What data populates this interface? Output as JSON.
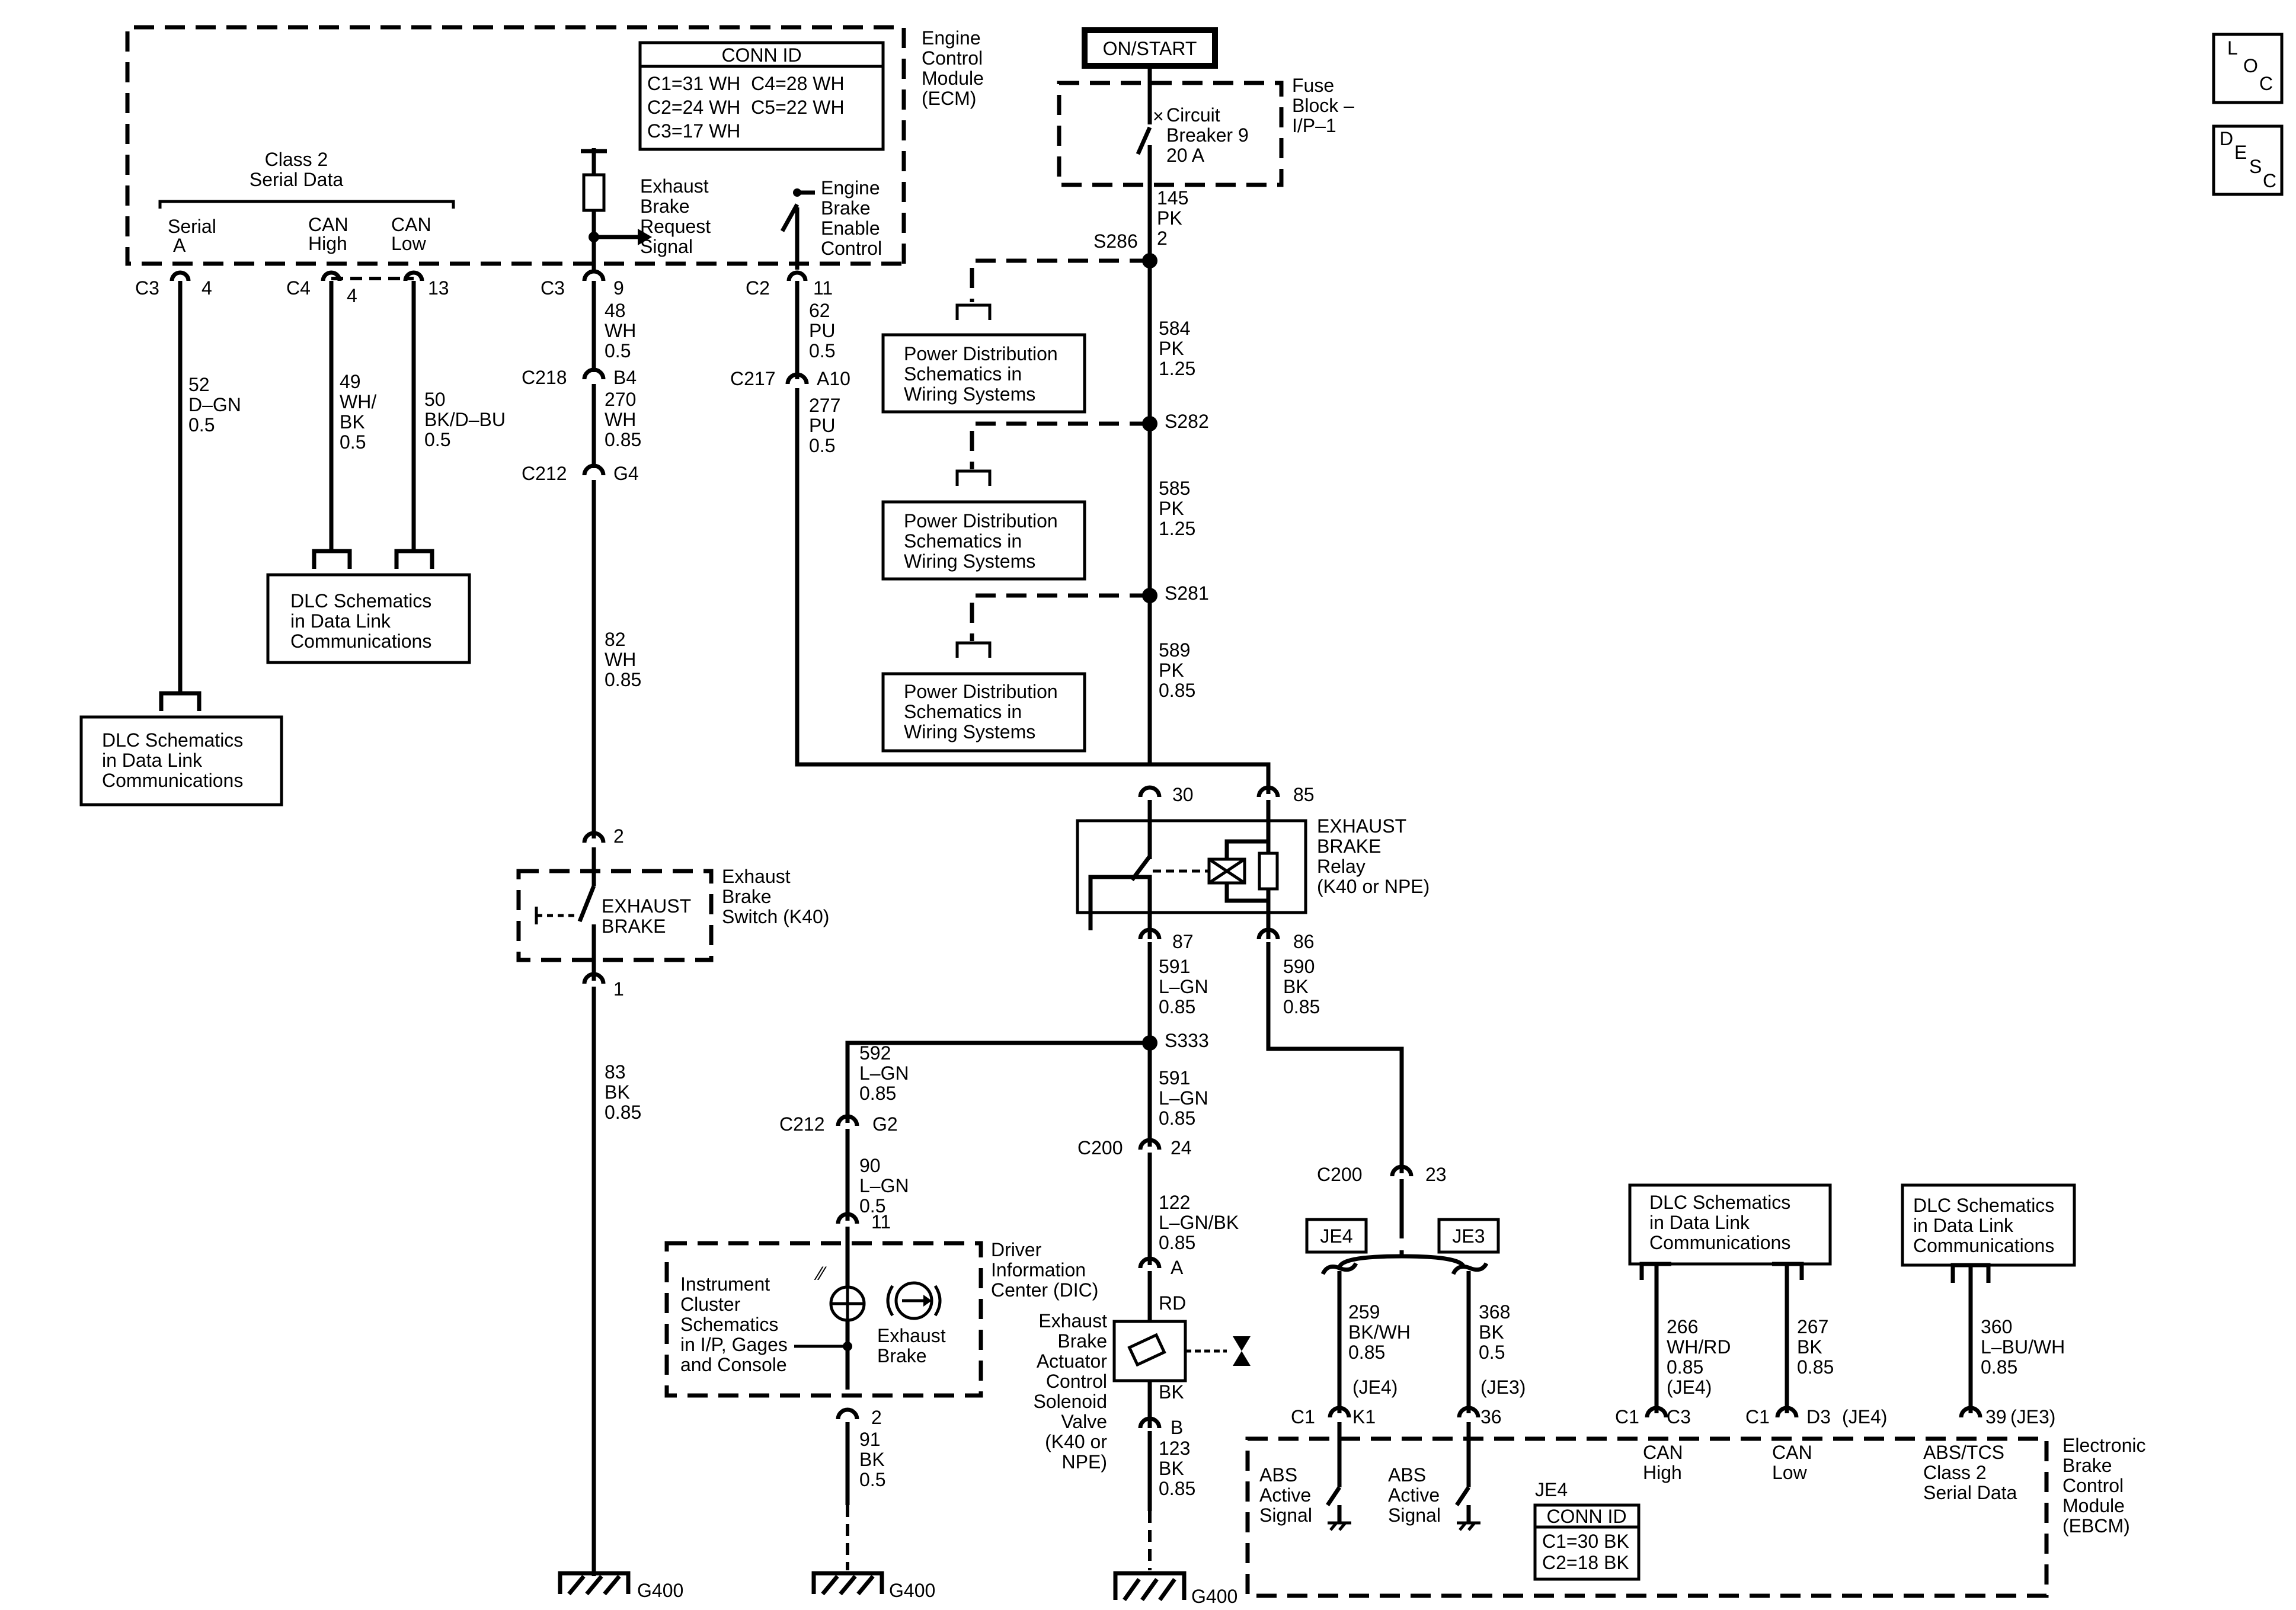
{
  "power": {
    "on_start": "ON/START"
  },
  "ecm": {
    "name_lines": [
      "Engine",
      "Control",
      "Module",
      "(ECM)"
    ],
    "conn_title": "CONN ID",
    "conn_lines": [
      "C1=31 WH  C4=28 WH",
      "C2=24 WH  C5=22 WH",
      "C3=17 WH"
    ],
    "class2_lines": [
      "Class 2",
      "Serial Data"
    ],
    "serial_lines": [
      "Serial",
      "A"
    ],
    "canhigh_lines": [
      "CAN",
      "High"
    ],
    "canlow_lines": [
      "CAN",
      "Low"
    ],
    "request_lines": [
      "Exhaust",
      "Brake",
      "Request",
      "Signal"
    ],
    "enable_lines": [
      "Engine",
      "Brake",
      "Enable",
      "Control"
    ]
  },
  "fuse": {
    "block_lines": [
      "Fuse",
      "Block –",
      "I/P–1"
    ],
    "cb_lines": [
      "Circuit",
      "Breaker 9",
      "20 A"
    ]
  },
  "loc_desc": {
    "loc": [
      "L",
      "O",
      "C"
    ],
    "desc": [
      "D",
      "E",
      "S",
      "C"
    ]
  },
  "labels": {
    "c3": "C3",
    "c3pin": "4",
    "c4": "C4",
    "c4pin": "4",
    "c4pin13": "13",
    "c3b": "C3",
    "c3bpin": "9",
    "c2": "C2",
    "c2pin": "11",
    "c218": "C218",
    "c218pin": "B4",
    "c212a": "C212",
    "c212apin": "G4",
    "c217": "C217",
    "c217pin": "A10",
    "s286": "S286",
    "s282": "S282",
    "s281": "S281",
    "s333": "S333",
    "c212b": "C212",
    "c212bpin": "G2",
    "c200a": "C200",
    "c200apin": "24",
    "c200b": "C200",
    "c200bpin": "23",
    "relay_30": "30",
    "relay_85": "85",
    "relay_87": "87",
    "relay_86": "86",
    "sw_2": "2",
    "sw_1": "1",
    "dic_11": "11",
    "dic_2": "2",
    "valve_a": "A",
    "valve_b": "B",
    "valve_rd": "RD",
    "valve_bk": "BK",
    "g400a": "G400",
    "g400b": "G400",
    "g400c": "G400",
    "je4": "JE4",
    "je3": "JE3",
    "c1a": "C1",
    "k1": "K1",
    "je4a": "(JE4)",
    "pin36": "36",
    "je3a": "(JE3)",
    "c1b": "C1",
    "c3c": "C3",
    "je4b": "(JE4)",
    "c1c": "C1",
    "d3": "D3",
    "je4c": "(JE4)",
    "pin39": "39",
    "je3b": "(JE3)"
  },
  "wires": {
    "w52": [
      "52",
      "D–GN",
      "0.5"
    ],
    "w49": [
      "49",
      "WH/",
      "BK",
      "0.5"
    ],
    "w50": [
      "50",
      "BK/D–BU",
      "0.5"
    ],
    "w48": [
      "48",
      "WH",
      "0.5"
    ],
    "w270": [
      "270",
      "WH",
      "0.85"
    ],
    "w82": [
      "82",
      "WH",
      "0.85"
    ],
    "w83": [
      "83",
      "BK",
      "0.85"
    ],
    "w62": [
      "62",
      "PU",
      "0.5"
    ],
    "w277": [
      "277",
      "PU",
      "0.5"
    ],
    "w145": [
      "145",
      "PK",
      "2"
    ],
    "w584": [
      "584",
      "PK",
      "1.25"
    ],
    "w585": [
      "585",
      "PK",
      "1.25"
    ],
    "w589": [
      "589",
      "PK",
      "0.85"
    ],
    "w591a": [
      "591",
      "L–GN",
      "0.85"
    ],
    "w591b": [
      "591",
      "L–GN",
      "0.85"
    ],
    "w590": [
      "590",
      "BK",
      "0.85"
    ],
    "w592": [
      "592",
      "L–GN",
      "0.85"
    ],
    "w90": [
      "90",
      "L–GN",
      "0.5"
    ],
    "w91": [
      "91",
      "BK",
      "0.5"
    ],
    "w122": [
      "122",
      "L–GN/BK",
      "0.85"
    ],
    "w123": [
      "123",
      "BK",
      "0.85"
    ],
    "w259": [
      "259",
      "BK/WH",
      "0.85"
    ],
    "w368": [
      "368",
      "BK",
      "0.5"
    ],
    "w266": [
      "266",
      "WH/RD",
      "0.85"
    ],
    "w267": [
      "267",
      "BK",
      "0.85"
    ],
    "w360": [
      "360",
      "L–BU/WH",
      "0.85"
    ]
  },
  "refs": {
    "pd1": [
      "Power Distribution",
      "Schematics in",
      "Wiring Systems"
    ],
    "pd2": [
      "Power Distribution",
      "Schematics in",
      "Wiring Systems"
    ],
    "pd3": [
      "Power Distribution",
      "Schematics in",
      "Wiring Systems"
    ],
    "dlc1": [
      "DLC Schematics",
      "in Data Link",
      "Communications"
    ],
    "dlc2": [
      "DLC Schematics",
      "in Data Link",
      "Communications"
    ],
    "dlc3": [
      "DLC Schematics",
      "in Data Link",
      "Communications"
    ],
    "dlc4": [
      "DLC Schematics",
      "in Data Link",
      "Communications"
    ]
  },
  "relay": {
    "name_lines": [
      "EXHAUST",
      "BRAKE",
      "Relay",
      "(K40 or NPE)"
    ]
  },
  "switch": {
    "inner_lines": [
      "EXHAUST",
      "BRAKE"
    ],
    "name_lines": [
      "Exhaust",
      "Brake",
      "Switch (K40)"
    ]
  },
  "dic": {
    "name_lines": [
      "Driver",
      "Information",
      "Center (DIC)"
    ],
    "cluster_lines": [
      "Instrument",
      "Cluster",
      "Schematics",
      "in I/P, Gages",
      "and Console"
    ],
    "indicator_lines": [
      "Exhaust",
      "Brake"
    ]
  },
  "valve": {
    "name_lines": [
      "Exhaust",
      "Brake",
      "Actuator",
      "Control",
      "Solenoid",
      "Valve",
      "(K40 or",
      "NPE)"
    ]
  },
  "ebcm": {
    "name_lines": [
      "Electronic",
      "Brake",
      "Control",
      "Module",
      "(EBCM)"
    ],
    "abs1_lines": [
      "ABS",
      "Active",
      "Signal"
    ],
    "abs2_lines": [
      "ABS",
      "Active",
      "Signal"
    ],
    "canhigh_lines": [
      "CAN",
      "High"
    ],
    "canlow_lines": [
      "CAN",
      "Low"
    ],
    "class2_lines": [
      "ABS/TCS",
      "Class 2",
      "Serial Data"
    ],
    "conn_ecu": "JE4",
    "conn_title": "CONN ID",
    "conn_lines": [
      "C1=30 BK",
      "C2=18 BK"
    ]
  }
}
